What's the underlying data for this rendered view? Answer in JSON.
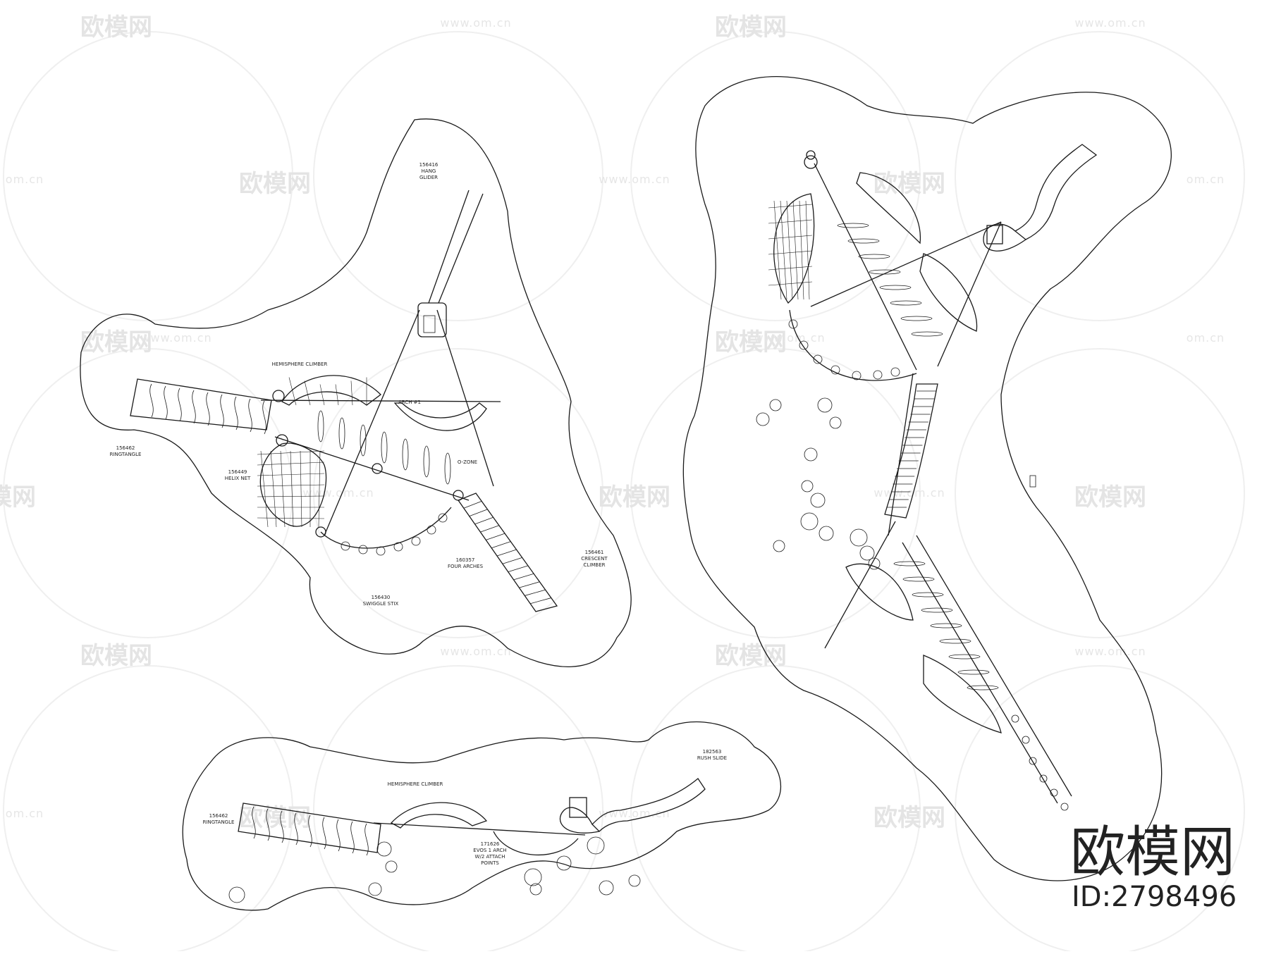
{
  "watermark": {
    "logo_text": "欧模网",
    "url_text": "www.om.cn",
    "url_short": "om.cn",
    "color": "#e4e4e4"
  },
  "brand": {
    "name": "欧模网",
    "id_text": "ID:2798496"
  },
  "plan_left": {
    "labels": {
      "hang_glider": [
        "156416",
        "HANG",
        "GLIDER"
      ],
      "hemisphere_climber": "HEMISPHERE CLIMBER",
      "arch": "ARCH #1",
      "ring_tangle": [
        "156462",
        "RINGTANGLE"
      ],
      "helix_net": [
        "156449",
        "HELIX NET"
      ],
      "ozone": "O-ZONE",
      "crescent_climber": [
        "156461",
        "CRESCENT",
        "CLIMBER"
      ],
      "four_arches": [
        "160357",
        "FOUR ARCHES"
      ],
      "swiggle_stix": [
        "156430",
        "SWIGGLE STIX"
      ]
    }
  },
  "plan_bottom": {
    "labels": {
      "hemisphere_climber": "HEMISPHERE CLIMBER",
      "rush_slide": [
        "182563",
        "RUSH SLIDE"
      ],
      "ring_tangle": [
        "156462",
        "RINGTANGLE"
      ],
      "arch": [
        "171626",
        "EVOS 1 ARCH",
        "W/2 ATTACH",
        "POINTS"
      ]
    }
  }
}
